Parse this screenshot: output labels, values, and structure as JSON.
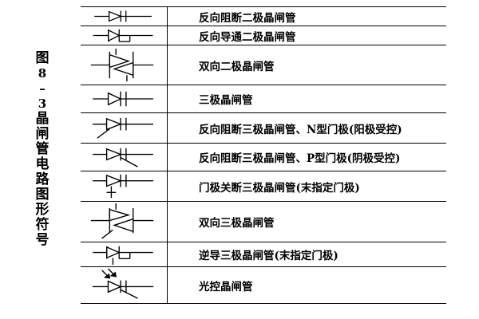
{
  "figure": {
    "caption_chars": [
      "图",
      "8",
      "–",
      "3",
      "晶",
      "闸",
      "管",
      "电",
      "路",
      "图",
      "形",
      "符",
      "号"
    ]
  },
  "rows": [
    {
      "label": "反向阻断二极晶闸管",
      "icon": "reverse-blocking-diode-thyristor-icon"
    },
    {
      "label": "反向导通二极晶闸管",
      "icon": "reverse-conducting-diode-thyristor-icon"
    },
    {
      "label": "双向二极晶闸管",
      "icon": "bidirectional-diode-thyristor-icon"
    },
    {
      "label": "三极晶闸管",
      "icon": "triode-thyristor-icon"
    },
    {
      "label": "反向阻断三极晶闸管、N型门极(阳极受控)",
      "icon": "reverse-blocking-triode-thyristor-n-gate-icon"
    },
    {
      "label": "反向阻断三极晶闸管、P型门极(阴极受控)",
      "icon": "reverse-blocking-triode-thyristor-p-gate-icon"
    },
    {
      "label": "门极关断三极晶闸管(末指定门极)",
      "icon": "gate-turn-off-thyristor-icon"
    },
    {
      "label": "双向三极晶闸管",
      "icon": "triac-icon"
    },
    {
      "label": "逆导三极晶闸管(末指定门极)",
      "icon": "reverse-conducting-triode-thyristor-icon"
    },
    {
      "label": "光控晶闸管",
      "icon": "light-activated-thyristor-icon"
    }
  ]
}
